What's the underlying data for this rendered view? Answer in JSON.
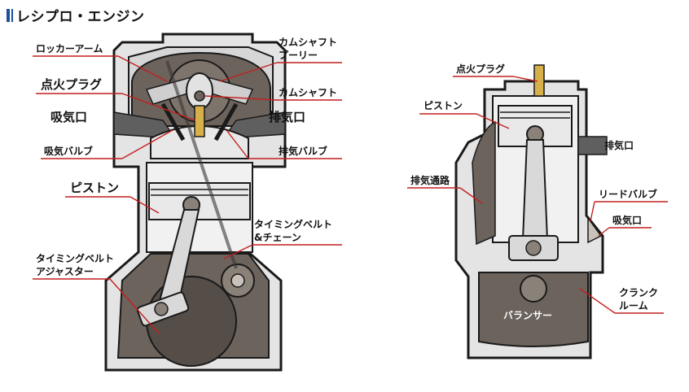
{
  "title": "レシプロ・エンジン",
  "colors": {
    "accent": "#1c4f9c",
    "leader": "#c41f1f",
    "casing": "#e6e6e6",
    "chamber": "#6b635c"
  },
  "four_stroke": {
    "rocker_arm": "ロッカーアーム",
    "cam_pulley_1": "カムシャフト",
    "cam_pulley_2": "プーリー",
    "spark_plug": "点火プラグ",
    "camshaft": "カムシャフト",
    "intake_port": "吸気口",
    "exhaust_port": "排気口",
    "intake_valve": "吸気バルブ",
    "exhaust_valve": "排気バルブ",
    "piston": "ピストン",
    "timing_belt_1": "タイミングベルト",
    "timing_belt_2": "&チェーン",
    "adjuster_1": "タイミングベルト",
    "adjuster_2": "アジャスター"
  },
  "two_stroke": {
    "spark_plug": "点火プラグ",
    "piston": "ピストン",
    "exhaust_port": "排気口",
    "exhaust_passage": "排気通路",
    "reed_valve": "リードバルブ",
    "intake_port": "吸気口",
    "crank_room_1": "クランク",
    "crank_room_2": "ルーム",
    "balancer": "バランサー"
  }
}
